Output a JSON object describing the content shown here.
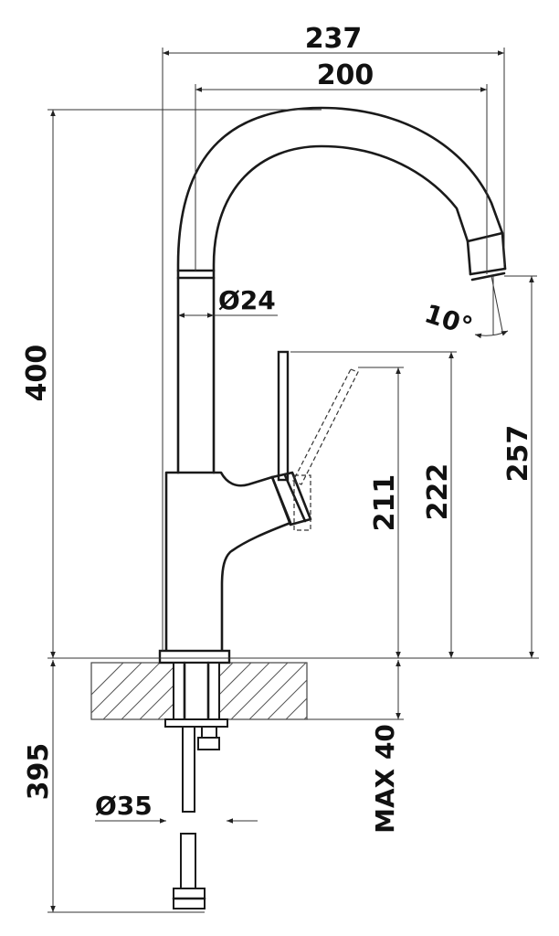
{
  "dimensions": {
    "overall_width": "237",
    "reach": "200",
    "total_height": "400",
    "spout_diameter": "Ø24",
    "spout_angle": "10°",
    "spout_height": "257",
    "lever_height_max": "222",
    "lever_height": "211",
    "below_counter": "395",
    "max_counter_thickness": "MAX 40",
    "base_diameter": "Ø35"
  },
  "colors": {
    "line": "#1a1a1a",
    "dimension": "#333333",
    "hatch": "#555555",
    "background": "#ffffff"
  }
}
